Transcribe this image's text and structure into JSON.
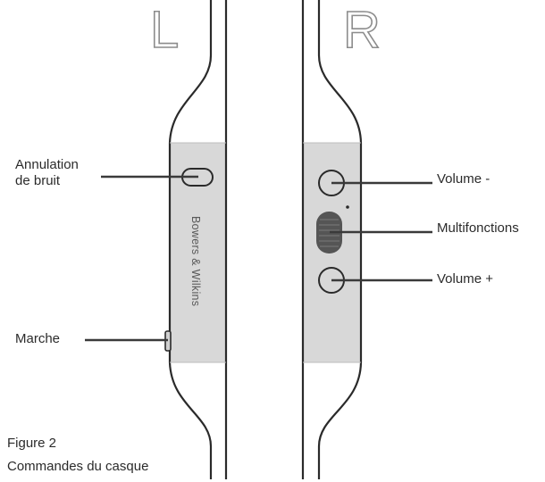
{
  "side_labels": {
    "left": "L",
    "right": "R"
  },
  "brand_text": "Bowers & Wilkins",
  "callouts": {
    "noise_cancel_line1": "Annulation",
    "noise_cancel_line2": "de bruit",
    "power": "Marche",
    "volume_down": "Volume -",
    "multifunction": "Multifonctions",
    "volume_up": "Volume +"
  },
  "caption": {
    "figure": "Figure 2",
    "title": "Commandes du casque"
  },
  "colors": {
    "housing_fill": "#d8d8d8",
    "outline": "#2a2a2a",
    "letter_stroke": "#8c8c8c",
    "leader_line": "#3a3a3a",
    "rocker_fill": "#555555"
  }
}
